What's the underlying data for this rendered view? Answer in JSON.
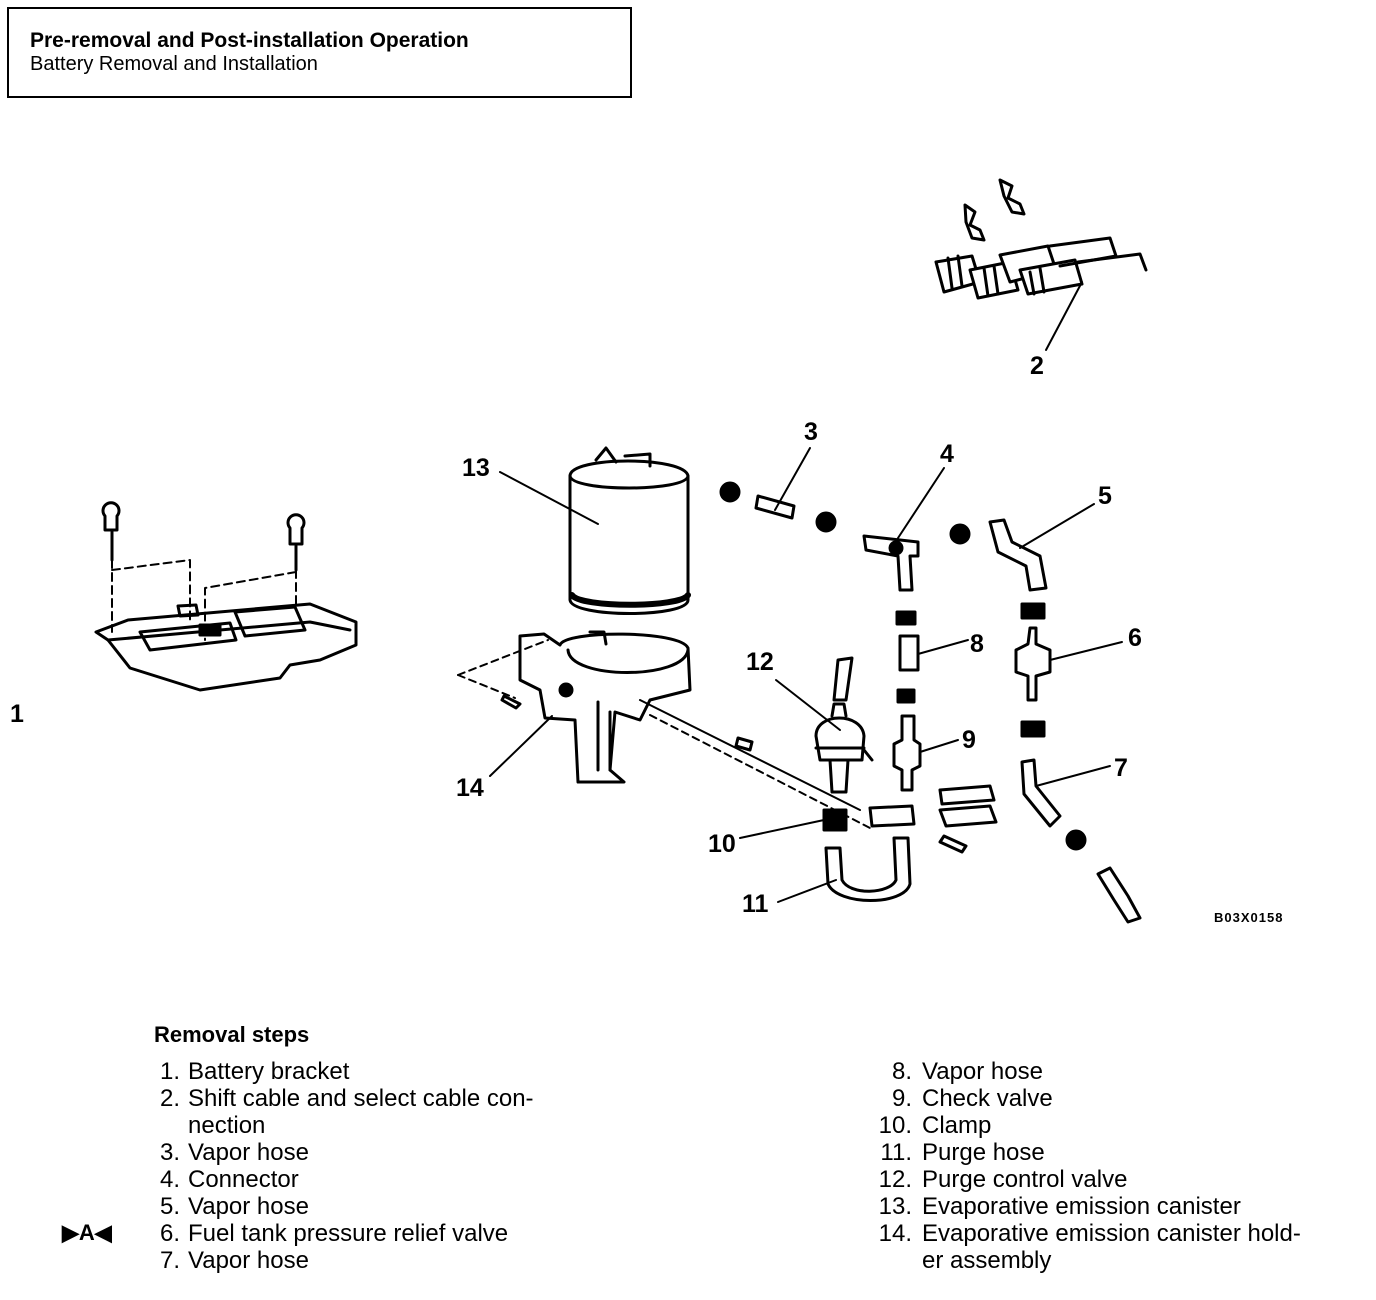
{
  "header": {
    "title": "Pre-removal and Post-installation Operation",
    "subtitle": "Battery Removal and Installation"
  },
  "diagram": {
    "callouts": [
      "1",
      "2",
      "3",
      "4",
      "5",
      "6",
      "7",
      "8",
      "9",
      "10",
      "11",
      "12",
      "13",
      "14"
    ],
    "figure_code": "B03X0158"
  },
  "removal_steps": {
    "title": "Removal steps",
    "marker": "▶A◀",
    "left": [
      {
        "num": "1.",
        "label": "Battery bracket"
      },
      {
        "num": "2.",
        "label": "Shift cable and select cable con-"
      },
      {
        "num": "",
        "label": "nection"
      },
      {
        "num": "3.",
        "label": "Vapor hose"
      },
      {
        "num": "4.",
        "label": "Connector"
      },
      {
        "num": "5.",
        "label": "Vapor hose"
      },
      {
        "num": "6.",
        "label": "Fuel tank pressure relief valve"
      },
      {
        "num": "7.",
        "label": "Vapor hose"
      }
    ],
    "right": [
      {
        "num": "8.",
        "label": "Vapor hose"
      },
      {
        "num": "9.",
        "label": "Check valve"
      },
      {
        "num": "10.",
        "label": "Clamp"
      },
      {
        "num": "11.",
        "label": "Purge hose"
      },
      {
        "num": "12.",
        "label": "Purge control valve"
      },
      {
        "num": "13.",
        "label": "Evaporative emission canister"
      },
      {
        "num": "14.",
        "label": "Evaporative emission canister hold-"
      },
      {
        "num": "",
        "label": "er assembly"
      }
    ]
  }
}
